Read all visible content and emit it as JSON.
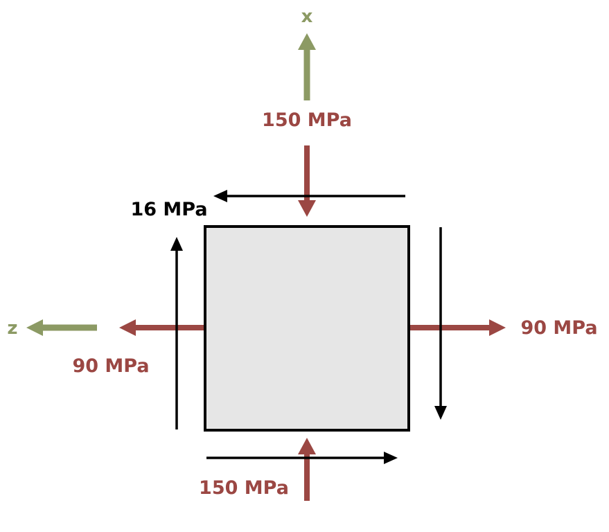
{
  "axes": {
    "x_label": "x",
    "z_label": "z"
  },
  "labels": {
    "normal_x_top": "150 MPa",
    "normal_x_bottom": "150 MPa",
    "normal_z_right": "90 MPa",
    "normal_z_left": "90 MPa",
    "shear": "16 MPa"
  },
  "colors": {
    "axis": "#8c9a64",
    "normal_stress": "#9b4743",
    "shear_stress": "#000000",
    "element_fill": "#e6e6e6",
    "element_border": "#000000"
  }
}
